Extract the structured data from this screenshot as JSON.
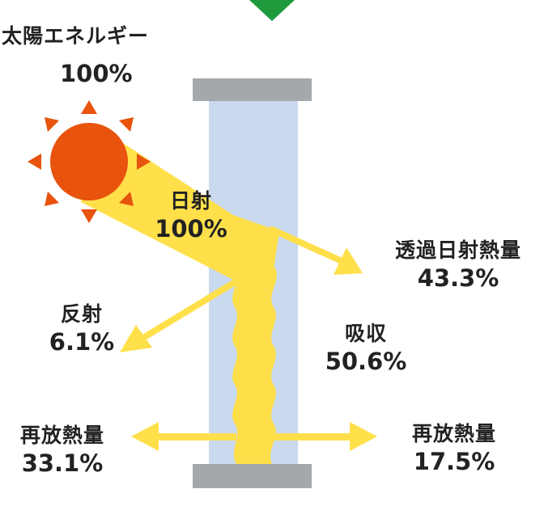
{
  "colors": {
    "sun": "#E8530D",
    "ray": "#FFE04B",
    "glass": "#C9D9EE",
    "frame": "#A5A8AB",
    "marker": "#1E9A3C",
    "text": "#222222"
  },
  "labels": {
    "solar": {
      "title": "太陽エネルギー",
      "value": "100%"
    },
    "incident": {
      "title": "日射",
      "value": "100%"
    },
    "transmitted": {
      "title": "透過日射熱量",
      "value": "43.3%"
    },
    "reflected": {
      "title": "反射",
      "value": "6.1%"
    },
    "absorbed": {
      "title": "吸収",
      "value": "50.6%"
    },
    "reradiated_out": {
      "title": "再放熱量",
      "value": "33.1%"
    },
    "reradiated_in": {
      "title": "再放熱量",
      "value": "17.5%"
    }
  },
  "icons": {
    "sun": "sun-icon",
    "marker": "triangle-down-icon"
  }
}
